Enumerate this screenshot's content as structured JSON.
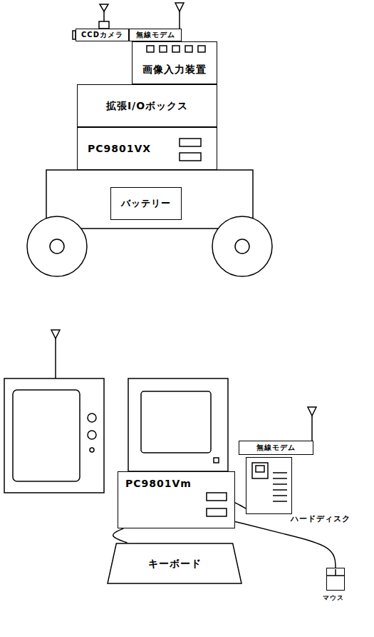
{
  "diagram": {
    "nodes": [
      {
        "text": [
          "CCDカメラ"
        ]
      },
      {
        "text": [
          "無線モデム"
        ]
      },
      {
        "text": [
          "画像入力装置"
        ]
      },
      {
        "text": [
          "拡張I/Oボックス"
        ]
      },
      {
        "text": [
          "PC9801VX"
        ]
      },
      {
        "text": [
          "バッテリー"
        ]
      },
      {
        "text": [
          "無線モデム"
        ]
      },
      {
        "text": [
          "PC9801Vm"
        ]
      },
      {
        "text": [
          "ハードディスク"
        ]
      },
      {
        "text": [
          "キーボード"
        ]
      },
      {
        "text": [
          "マウス"
        ]
      }
    ],
    "edges": [
      {
        "from": 9,
        "to": 7,
        "arrow": "none"
      },
      {
        "from": 10,
        "to": 7,
        "arrow": "none"
      },
      {
        "from": 8,
        "to": 7,
        "arrow": "none"
      }
    ]
  }
}
